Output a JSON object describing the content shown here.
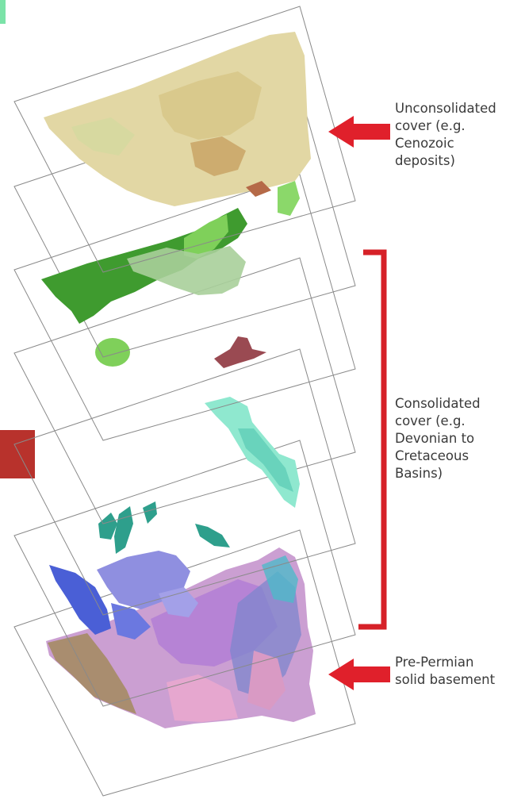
{
  "labels": {
    "unconsolidated": [
      "Unconsolidated",
      "cover (e.g.",
      "Cenozoic",
      "deposits)"
    ],
    "consolidated": [
      "Consolidated",
      "cover (e.g.",
      "Devonian to",
      "Cretaceous",
      "Basins)"
    ],
    "basement": [
      "Pre-Permian",
      "solid basement"
    ]
  },
  "colors": {
    "arrow": "#e0202b",
    "bracket": "#d62128",
    "frame": "#8a8a8a",
    "cenozoic": "#e2d7a4",
    "cenozoic_dark": "#c9a566",
    "green_dark": "#3f9b2f",
    "green_light": "#7fd05a",
    "green_pale": "#a8cf9a",
    "maroon": "#9a4a52",
    "mint": "#8fe8cf",
    "teal": "#2e9f8c",
    "blue": "#4a5fd6",
    "lavender": "#8f8fe0",
    "pink": "#cf8fc4",
    "basement_mix": "#b88fcf",
    "side_block": "#b8322c",
    "corner_tab": "#7be3a8"
  },
  "icons": [
    "arrow-left-icon",
    "arrow-left-icon",
    "bracket-icon"
  ]
}
